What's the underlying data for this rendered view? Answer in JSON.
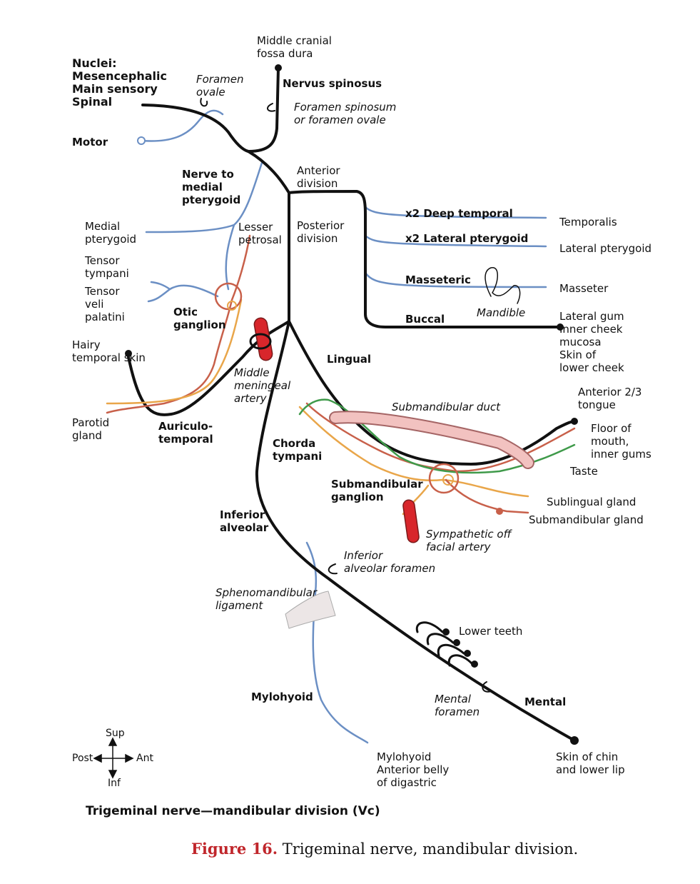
{
  "labels": {
    "middle_cranial_fossa_dura": "Middle cranial\nfossa dura",
    "nuclei": "Nuclei:\nMesencephalic\nMain sensory\nSpinal",
    "foramen_ovale": "Foramen\novale",
    "nervus_spinosus": "Nervus spinosus",
    "foramen_spinosum": "Foramen spinosum\nor foramen ovale",
    "motor": "Motor",
    "nerve_to_medial_pterygoid": "Nerve to\nmedial\npterygoid",
    "anterior_division": "Anterior\ndivision",
    "deep_temporal": "x2 Deep temporal",
    "temporalis": "Temporalis",
    "medial_pterygoid": "Medial\npterygoid",
    "lesser_petrosal": "Lesser\npetrosal",
    "posterior_division": "Posterior\ndivision",
    "lateral_pterygoid_nerve": "x2 Lateral pterygoid",
    "lateral_pterygoid": "Lateral pterygoid",
    "tensor_tympani": "Tensor\ntympani",
    "tensor_veli_palatini": "Tensor\nveli\npalatini",
    "masseteric": "Masseteric",
    "masseter": "Masseter",
    "otic_ganglion": "Otic\nganglion",
    "mandible": "Mandible",
    "buccal": "Buccal",
    "buccal_targets": "Lateral gum\nInner cheek\nmucosa\nSkin of\nlower cheek",
    "hairy_temporal_skin": "Hairy\ntemporal skin",
    "middle_meningeal_artery": "Middle\nmeningeal\nartery",
    "lingual": "Lingual",
    "anterior_tongue": "Anterior 2/3\ntongue",
    "submandibular_duct": "Submandibular duct",
    "parotid_gland": "Parotid\ngland",
    "auriculotemporal": "Auriculo-\ntemporal",
    "floor_of_mouth": "Floor of\nmouth,\ninner gums",
    "chorda_tympani": "Chorda\ntympani",
    "taste": "Taste",
    "submandibular_ganglion": "Submandibular\nganglion",
    "sublingual_gland": "Sublingual gland",
    "submandibular_gland": "Submandibular gland",
    "inferior_alveolar": "Inferior\nalveolar",
    "sympathetic": "Sympathetic off\nfacial artery",
    "inferior_alveolar_foramen": "Inferior\nalveolar foramen",
    "sphenomandibular_ligament": "Sphenomandibular\nligament",
    "lower_teeth": "Lower teeth",
    "mylohyoid": "Mylohyoid",
    "mental_foramen": "Mental\nforamen",
    "mental": "Mental",
    "compass_sup": "Sup",
    "compass_post": "Post",
    "compass_ant": "Ant",
    "compass_inf": "Inf",
    "mylohyoid_targets": "Mylohyoid\nAnterior belly\nof digastric",
    "skin_of_chin": "Skin of chin\nand lower lip"
  },
  "caption": "Trigeminal nerve—mandibular division (Vc)",
  "figure": {
    "number": "Figure 16.",
    "text": " Trigeminal nerve, mandibular division."
  },
  "colors": {
    "sensory": "#111111",
    "motor": "#6b8fc4",
    "parasympathetic": "#e9a64a",
    "taste": "#3f9a4a",
    "secretomotor": "#c8604a",
    "artery": "#d8262b",
    "duct": "#f2c2c0",
    "figure_number": "#c0262b"
  }
}
